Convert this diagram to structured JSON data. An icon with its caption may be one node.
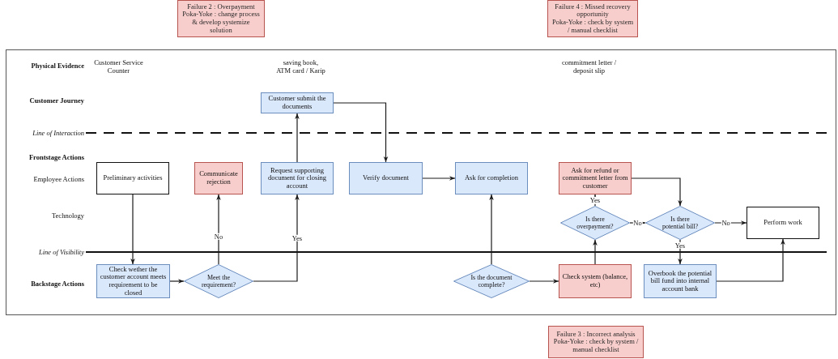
{
  "diagram": {
    "nodes": [
      {
        "text": [
          "Failure 2 : Overpayment",
          "Poka-Yoke : change process & develop systemize solution"
        ]
      },
      {
        "text": [
          "Failure 4 : Missed recovery opportunity",
          "Poka-Yoke : check by system / manual checklist"
        ]
      },
      {
        "text": [
          "Customer submit the documents"
        ]
      },
      {
        "text": [
          "Preliminary activities"
        ]
      },
      {
        "text": [
          "Communicate rejection"
        ]
      },
      {
        "text": [
          "Request supporting document for closing account"
        ]
      },
      {
        "text": [
          "Verify document"
        ]
      },
      {
        "text": [
          "Ask for completion"
        ]
      },
      {
        "text": [
          "Ask for refund or commitment letter from customer"
        ]
      },
      {
        "text": [
          "Is there overpayment?"
        ]
      },
      {
        "text": [
          "Is there potential bill?"
        ]
      },
      {
        "text": [
          "Perform work"
        ]
      },
      {
        "text": [
          "Check wether the customer account meets requirement to be closed"
        ]
      },
      {
        "text": [
          "Meet the requirement?"
        ]
      },
      {
        "text": [
          "Is the document complete?"
        ]
      },
      {
        "text": [
          "Check system (balance, etc)"
        ]
      },
      {
        "text": [
          "Overbook the potential bill fund into internal account bank"
        ]
      },
      {
        "text": [
          "Failure 3 : Incorrect analysis",
          "Poka-Yoke : check by system / manual checklist"
        ]
      }
    ],
    "edges": [
      {
        "from": 3,
        "to": 12,
        "arrow": "to"
      },
      {
        "from": 12,
        "to": 13,
        "arrow": "to"
      },
      {
        "from": 13,
        "to": 4,
        "arrow": "to",
        "label": "No"
      },
      {
        "from": 13,
        "to": 5,
        "arrow": "to",
        "label": "Yes"
      },
      {
        "from": 5,
        "to": 2,
        "arrow": "to"
      },
      {
        "from": 2,
        "to": 6,
        "arrow": "to"
      },
      {
        "from": 6,
        "to": 7,
        "arrow": "to"
      },
      {
        "from": 14,
        "to": 7,
        "arrow": "to"
      },
      {
        "from": 14,
        "to": 15,
        "arrow": "to"
      },
      {
        "from": 15,
        "to": 9,
        "arrow": "to"
      },
      {
        "from": 9,
        "to": 8,
        "arrow": "to",
        "label": "Yes"
      },
      {
        "from": 9,
        "to": 10,
        "arrow": "to",
        "label": "No"
      },
      {
        "from": 8,
        "to": 10,
        "arrow": "to"
      },
      {
        "from": 10,
        "to": 11,
        "arrow": "to",
        "label": "No"
      },
      {
        "from": 10,
        "to": 16,
        "arrow": "to",
        "label": "Yes"
      },
      {
        "from": 16,
        "to": 11,
        "arrow": "to"
      }
    ],
    "labels": [
      "Physical Evidence",
      "Customer Service Counter",
      "saving book, ATM card / Karip",
      "commitment letter / deposit slip",
      "Customer Journey",
      "Line of Interaction",
      "Frontstage Actions",
      "Employee Actions",
      "Technology",
      "Line of Visibility",
      "Backstage Actions"
    ]
  }
}
